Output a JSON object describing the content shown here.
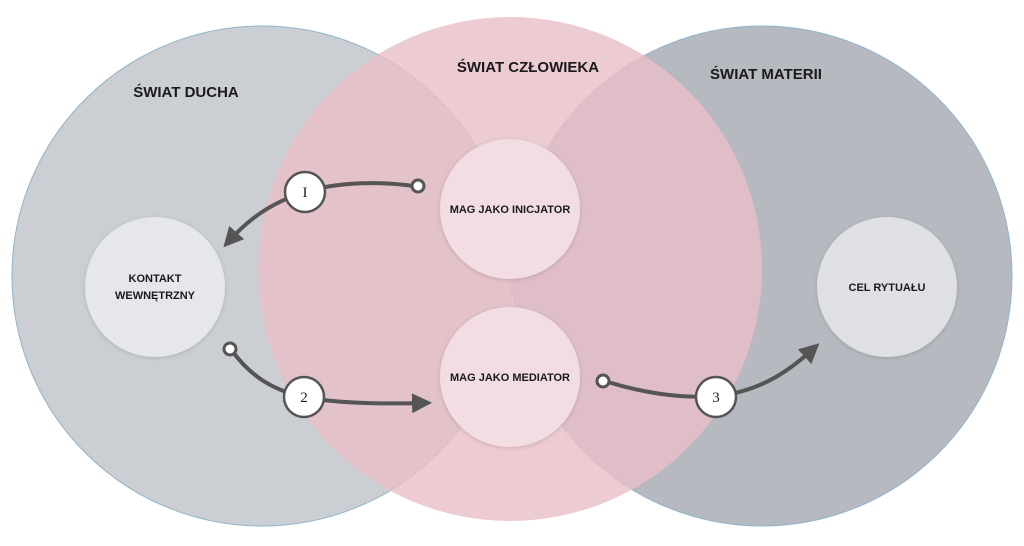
{
  "worlds": {
    "spirit": "ŚWIAT DUCHA",
    "human": "ŚWIAT CZŁOWIEKA",
    "matter": "ŚWIAT MATERII"
  },
  "nodes": {
    "inner_contact_line1": "KONTAKT",
    "inner_contact_line2": "WEWNĘTRZNY",
    "mage_initiator": "MAG JAKO INICJATOR",
    "mage_mediator": "MAG JAKO MEDIATOR",
    "ritual_goal": "CEL RYTUAŁU"
  },
  "steps": {
    "step1": "I",
    "step2": "2",
    "step3": "3"
  },
  "colors": {
    "spirit_circle": "#cbced3",
    "human_circle": "#e8bfc8",
    "matter_circle": "#b6b9c0",
    "node_fill": "#eeeaed",
    "arrow": "#555555"
  }
}
